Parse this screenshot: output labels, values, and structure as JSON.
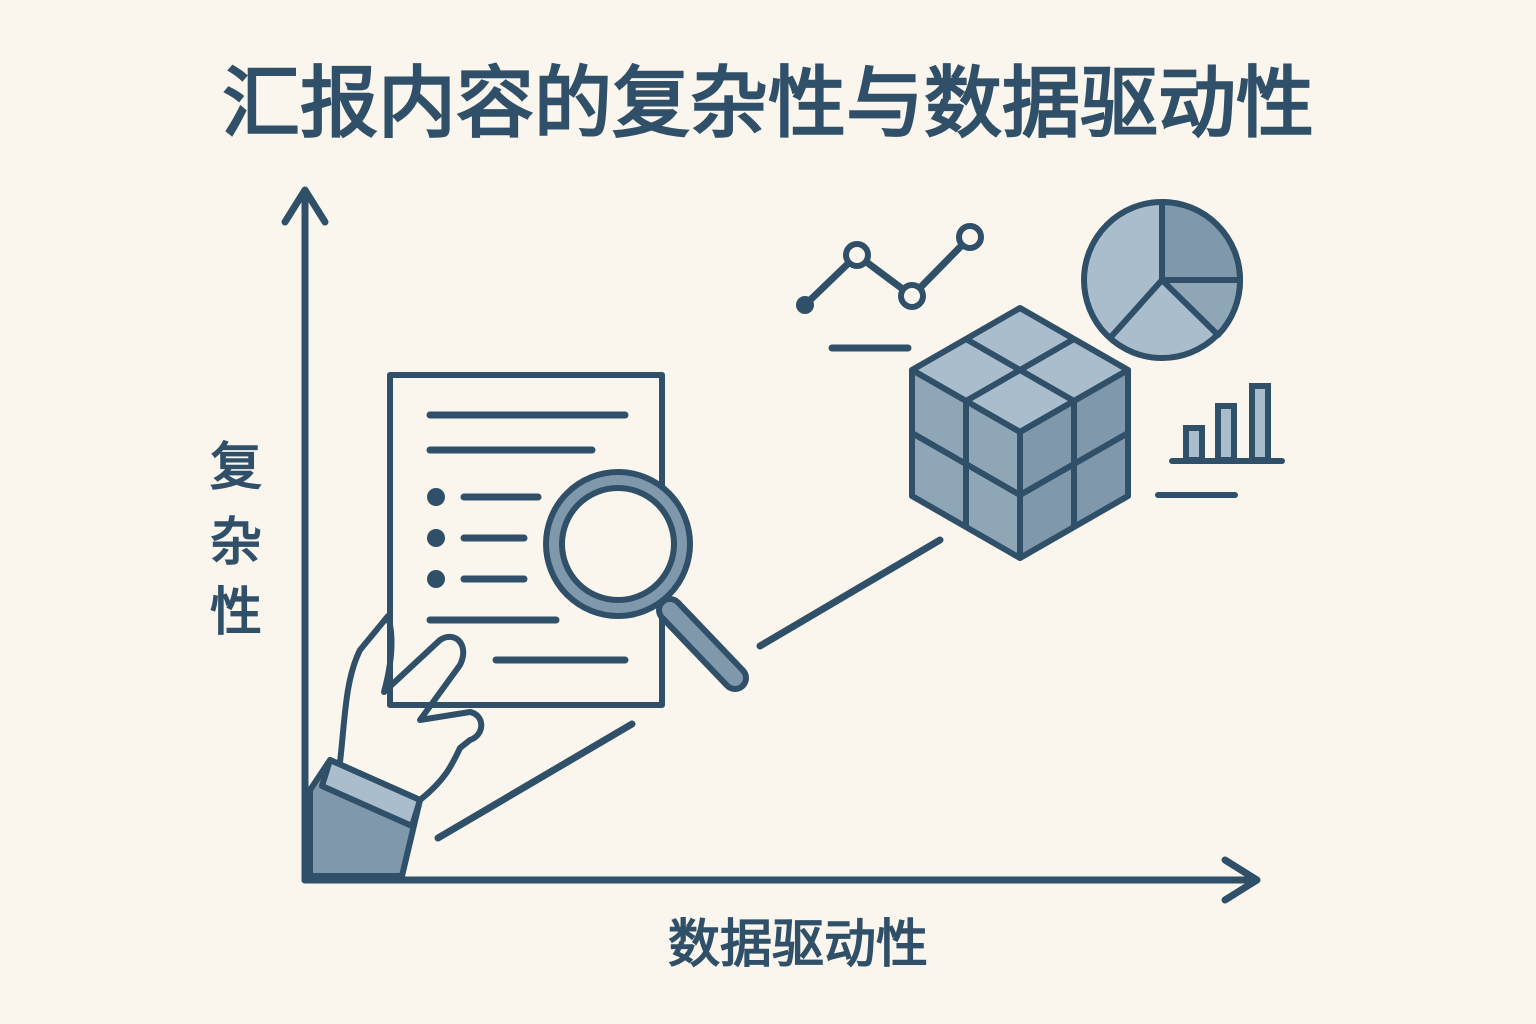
{
  "title": "汇报内容的复杂性与数据驱动性",
  "y_axis_label": [
    "复",
    "杂",
    "性"
  ],
  "x_axis_label": "数据驱动性",
  "colors": {
    "ink": "#2f5068",
    "background": "#faf6ee",
    "fill_light": "#a9bdcc",
    "fill_mid": "#7f98ab"
  }
}
